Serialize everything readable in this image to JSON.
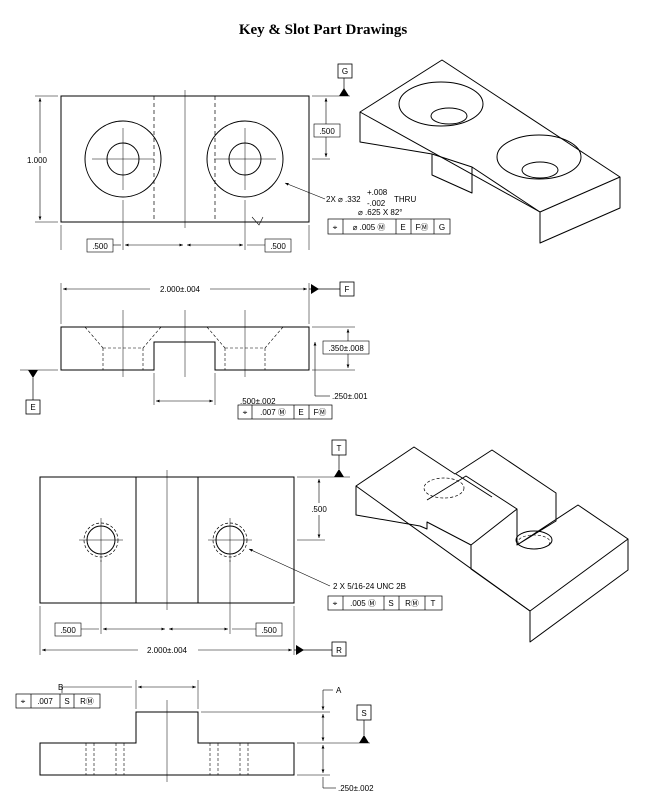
{
  "title": "Key & Slot Part Drawings",
  "key_part": {
    "datum_G": "G",
    "dim_500_right": ".500",
    "dim_1000": "1.000",
    "dim_500_left": ".500",
    "dim_500_mid": ".500",
    "hole_note_prefix": "2X ⌀ .332",
    "hole_tol_plus": "+.008",
    "hole_tol_minus": "-.002",
    "hole_note_suffix": "THRU",
    "csk_note": "⌀ .625 X 82°",
    "fcf_hole": {
      "symbol": "⌖",
      "cells": [
        "⌀ .005 Ⓜ",
        "E",
        "FⓂ",
        "G"
      ]
    },
    "dim_2000": "2.000±.004",
    "datum_F": "F",
    "dim_350": ".350±.008",
    "dim_250": ".250±.001",
    "datum_E": "E",
    "dim_slot": ".500±.002",
    "fcf_slot": {
      "symbol": "⌖",
      "cells": [
        ".007 Ⓜ",
        "E",
        "FⓂ"
      ]
    }
  },
  "slot_part": {
    "datum_T": "T",
    "dim_500_top": ".500",
    "thread_note": "2 X 5/16-24 UNC 2B",
    "fcf_thread": {
      "symbol": "⌖",
      "cells": [
        ".005 Ⓜ",
        "S",
        "RⓂ",
        "T"
      ]
    },
    "dim_500_left": ".500",
    "dim_500_right": ".500",
    "dim_2000": "2.000±.004",
    "datum_R": "R",
    "label_B": "B",
    "fcf_key": {
      "symbol": "⌖",
      "cells": [
        ".007",
        "S",
        "RⓂ"
      ]
    },
    "label_A": "A",
    "datum_S": "S",
    "dim_250": ".250±.002"
  }
}
